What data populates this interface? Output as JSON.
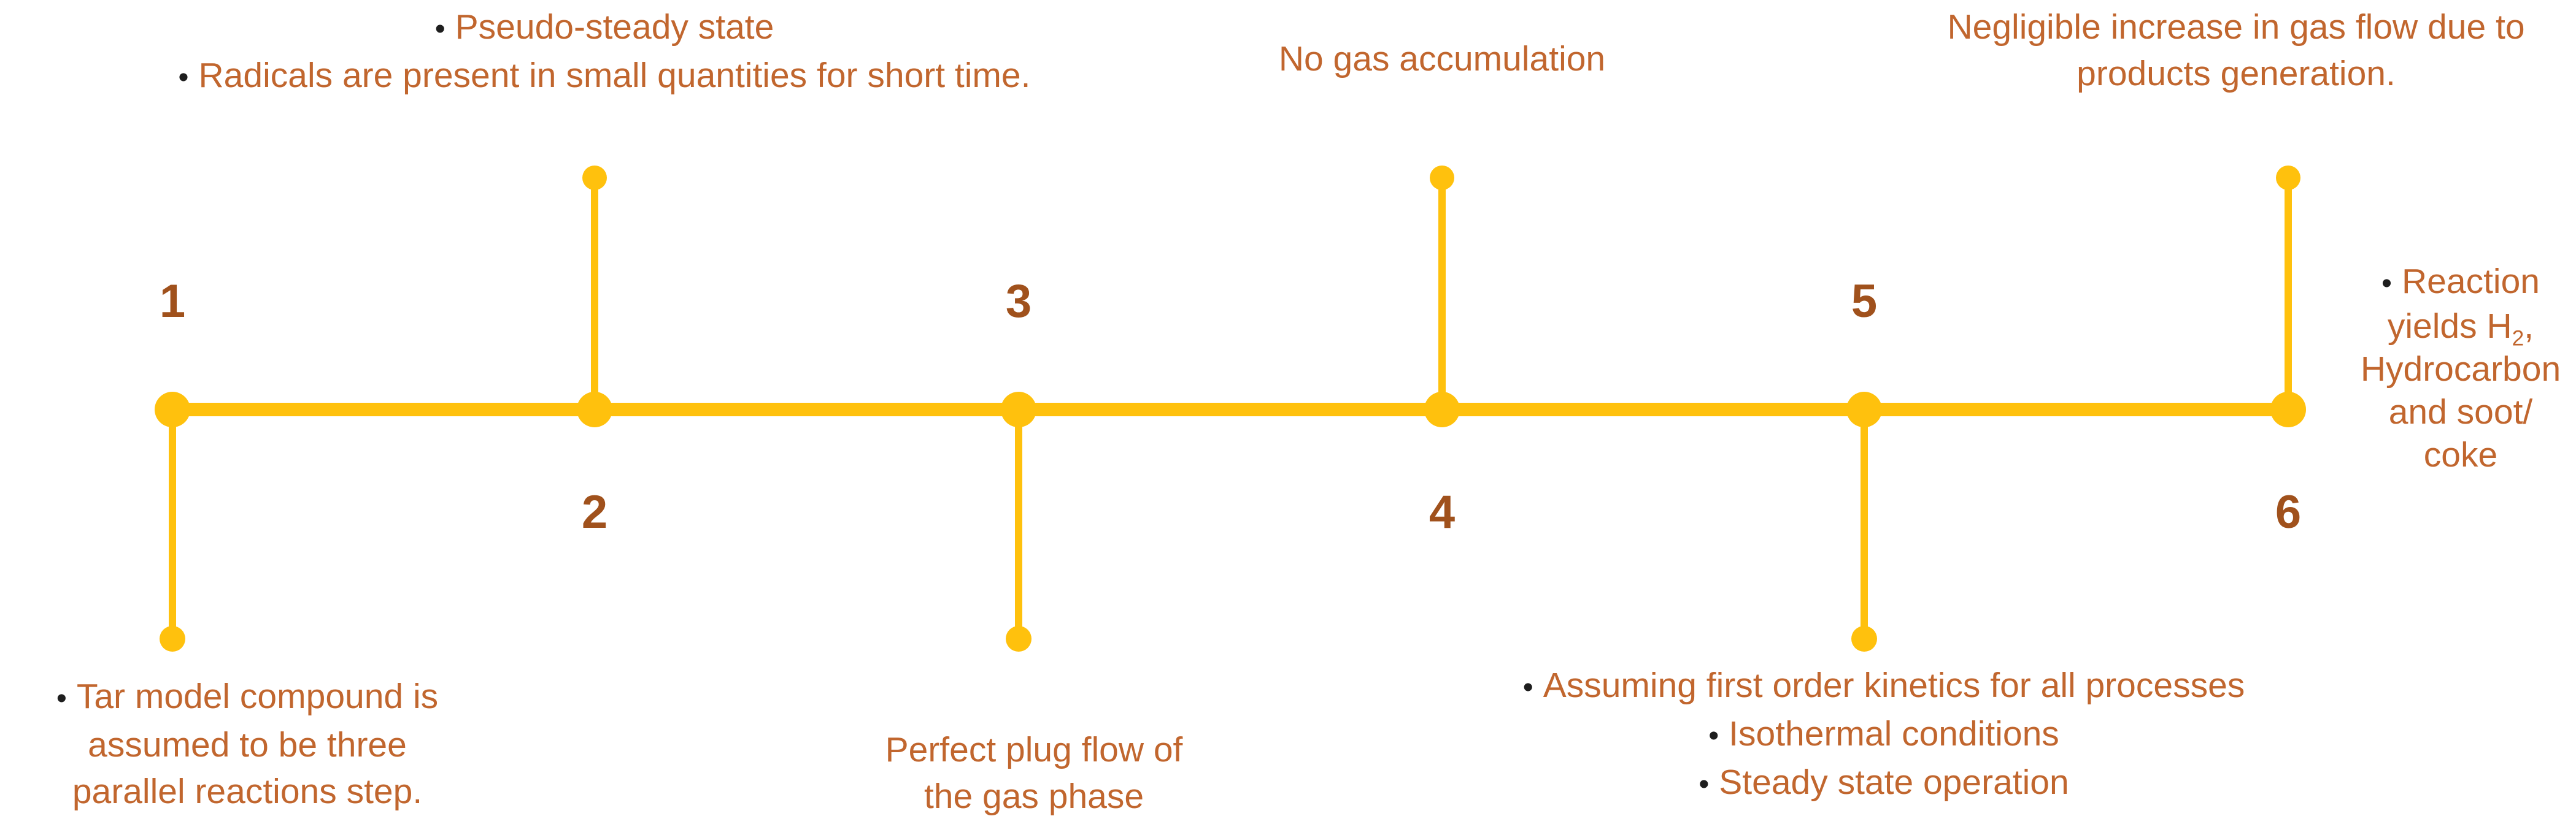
{
  "colors": {
    "gold": "#FFC10D",
    "number": "#A0511C",
    "text": "#C1662E",
    "bullet": "#1E1E1E"
  },
  "bullet_char": "•",
  "timeline": {
    "nodes": [
      {
        "label": "1"
      },
      {
        "label": "2"
      },
      {
        "label": "3"
      },
      {
        "label": "4"
      },
      {
        "label": "5"
      },
      {
        "label": "6"
      }
    ]
  },
  "annotations": {
    "node2_above": {
      "line1": "Pseudo-steady state",
      "line2": "Radicals are present in small quantities for short time."
    },
    "node4_above": {
      "line1": "No gas accumulation"
    },
    "node6_above": {
      "line1": "Negligible increase in gas flow due to",
      "line2": "products generation."
    },
    "node1_below": {
      "line1": "Tar model compound is",
      "line2": "assumed to be three",
      "line3": "parallel reactions step."
    },
    "node3_below": {
      "line1": "Perfect plug flow of",
      "line2": "the gas phase"
    },
    "node5_below": {
      "line1": "Assuming first order kinetics for all processes",
      "line2": "Isothermal conditions",
      "line3": "Steady state operation"
    },
    "node6_right": {
      "line1": "Reaction",
      "line2_pre": "yields H",
      "line2_sub": "2",
      "line2_suffix": ",",
      "line3": "Hydrocarbon",
      "line4": "and soot/",
      "line5": "coke"
    }
  }
}
